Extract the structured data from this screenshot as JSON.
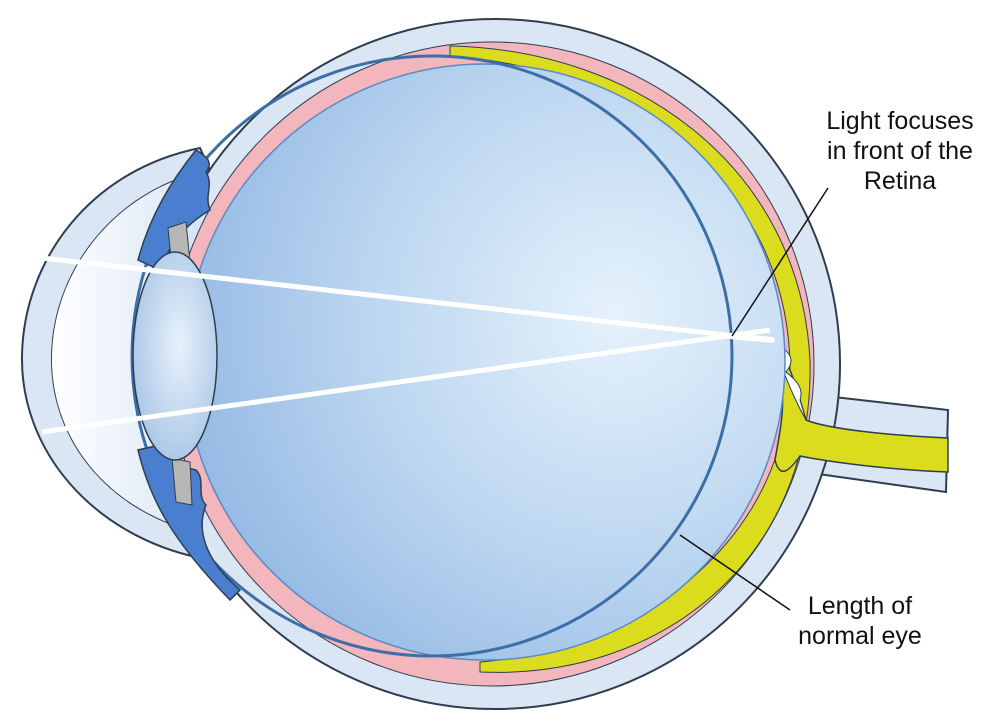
{
  "diagram": {
    "labels": {
      "focus": [
        "Light focuses",
        "in front of the",
        "Retina"
      ],
      "length": [
        "Length of",
        "normal eye"
      ]
    },
    "colors": {
      "background": "#ffffff",
      "outline": "#2e3e50",
      "sclera": "#dbe6f4",
      "choroid": "#f2b6bc",
      "retina": "#dcdc1e",
      "vitreous_light": "#e4f0fb",
      "vitreous_dark": "#9cc1e8",
      "iris": "#4a7fd0",
      "lens": "#cfe0f3",
      "light_ray": "#ffffff",
      "normal_length_circle": "#3c6ea8"
    }
  }
}
